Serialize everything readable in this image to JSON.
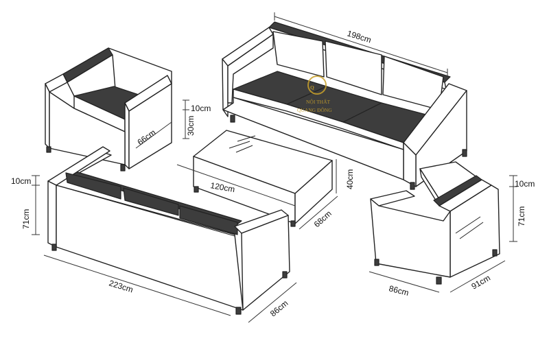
{
  "dimensions": {
    "sofa3_width": "198cm",
    "chair_left_depth": "66cm",
    "chair_left_arm": "10cm",
    "chair_left_seat": "30cm",
    "table_length": "120cm",
    "table_height": "40cm",
    "table_depth": "68cm",
    "sofa_front_arm": "10cm",
    "sofa_front_height": "71cm",
    "sofa_front_width": "223cm",
    "sofa_front_depth": "86cm",
    "chair_right_arm": "10cm",
    "chair_right_height": "71cm",
    "chair_right_width": "86cm",
    "chair_right_depth": "91cm"
  },
  "logo": {
    "line1": "NỘI THẤT",
    "line2": "QUANG ĐÔNG",
    "color": "#c9a12b"
  }
}
